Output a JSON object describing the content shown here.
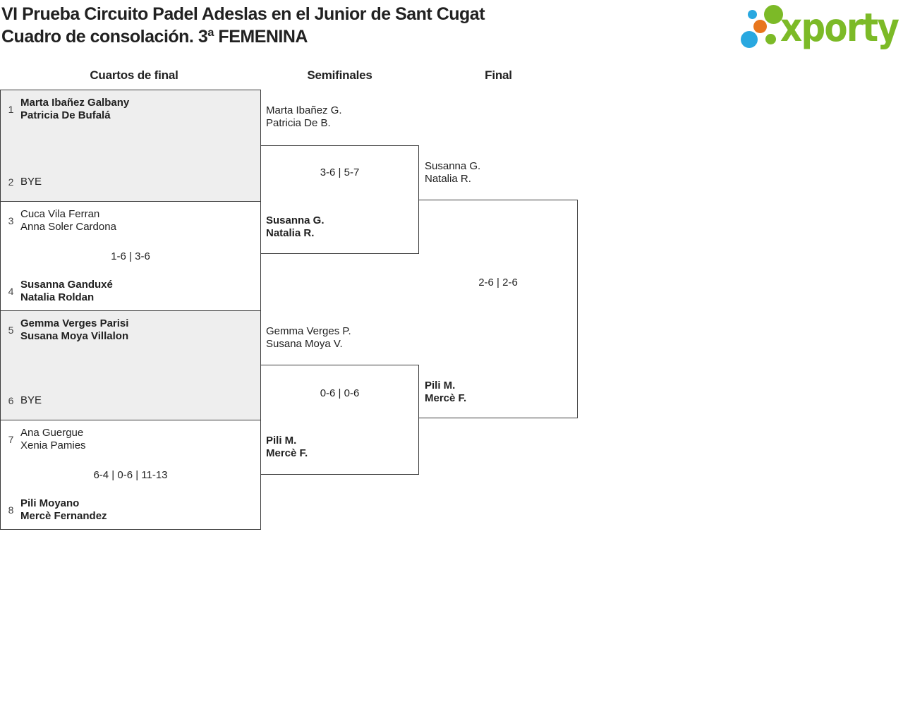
{
  "title": {
    "line1": "VI Prueba Circuito Padel Adeslas en el Junior de Sant Cugat",
    "line2": "Cuadro de consolación. 3ª FEMENINA"
  },
  "logo": {
    "wordmark": "xporty",
    "green": "#7cba27",
    "blue": "#29a8e0",
    "orange": "#e8761c"
  },
  "columns": {
    "quarterfinals": "Cuartos de final",
    "semifinals": "Semifinales",
    "final": "Final"
  },
  "rounds": {
    "quarterfinals": [
      {
        "top": {
          "seed": "1",
          "line1": "Marta Ibañez Galbany",
          "line2": "Patricia De Bufalá",
          "winner": true
        },
        "bottom": {
          "seed": "2",
          "line1": "BYE",
          "line2": "",
          "winner": false
        },
        "score": ""
      },
      {
        "top": {
          "seed": "3",
          "line1": "Cuca Vila Ferran",
          "line2": "Anna Soler Cardona",
          "winner": false
        },
        "bottom": {
          "seed": "4",
          "line1": "Susanna Ganduxé",
          "line2": "Natalia Roldan",
          "winner": true
        },
        "score": "1-6 | 3-6"
      },
      {
        "top": {
          "seed": "5",
          "line1": "Gemma Verges Parisi",
          "line2": "Susana Moya Villalon",
          "winner": true
        },
        "bottom": {
          "seed": "6",
          "line1": "BYE",
          "line2": "",
          "winner": false
        },
        "score": ""
      },
      {
        "top": {
          "seed": "7",
          "line1": "Ana Guergue",
          "line2": "Xenia Pamies",
          "winner": false
        },
        "bottom": {
          "seed": "8",
          "line1": "Pili Moyano",
          "line2": "Mercè Fernandez",
          "winner": true
        },
        "score": "6-4 | 0-6 | 11-13"
      }
    ],
    "semifinals": [
      {
        "top": {
          "line1": "Marta Ibañez G.",
          "line2": "Patricia De B.",
          "winner": false
        },
        "bottom": {
          "line1": "Susanna G.",
          "line2": "Natalia R.",
          "winner": true
        },
        "score": "3-6 | 5-7"
      },
      {
        "top": {
          "line1": "Gemma Verges P.",
          "line2": "Susana Moya V.",
          "winner": false
        },
        "bottom": {
          "line1": "Pili M.",
          "line2": "Mercè F.",
          "winner": true
        },
        "score": "0-6 | 0-6"
      }
    ],
    "final": {
      "top": {
        "line1": "Susanna G.",
        "line2": "Natalia R.",
        "winner": false
      },
      "bottom": {
        "line1": "Pili M.",
        "line2": "Mercè F.",
        "winner": true
      },
      "score": "2-6 | 2-6"
    }
  }
}
